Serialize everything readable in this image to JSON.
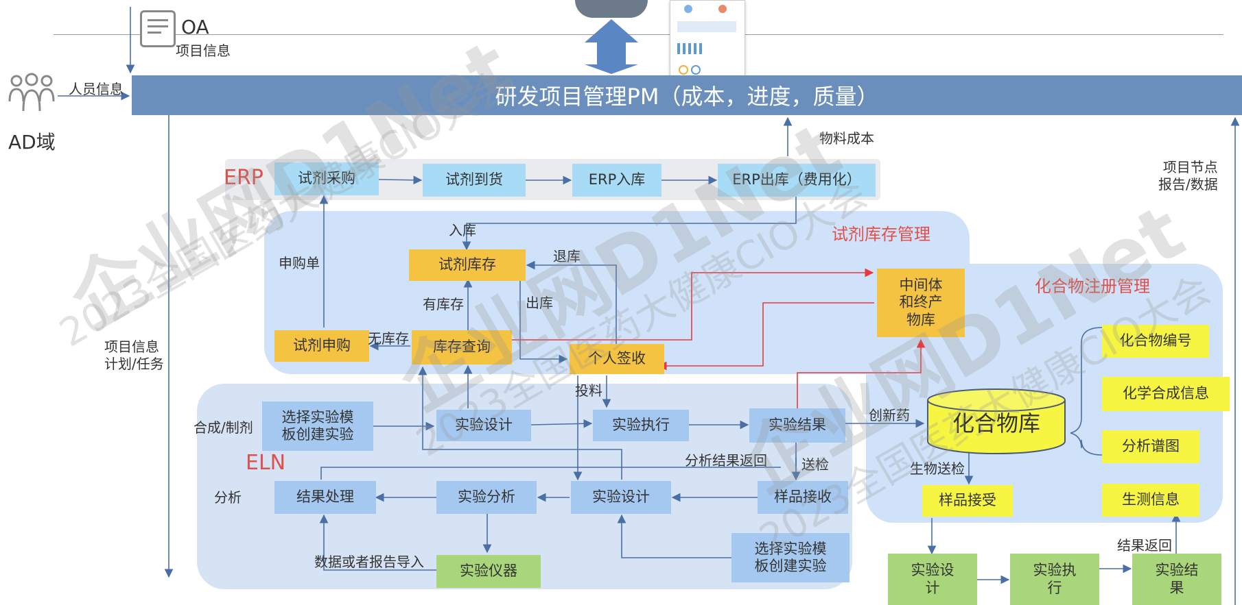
{
  "header": {
    "oa_label": "OA",
    "oa_sub": "项目信息",
    "ad_label": "AD域",
    "person_info": "人员信息",
    "pm_title": "研发项目管理PM（成本，进度，质量）"
  },
  "side_labels": {
    "material_cost": "物料成本",
    "milestone": "项目节点\n报告/数据",
    "project_plan": "项目信息\n计划/任务"
  },
  "erp": {
    "title": "ERP",
    "steps": [
      "试剂采购",
      "试剂到货",
      "ERP入库",
      "ERP出库（费用化）"
    ]
  },
  "inventory": {
    "title": "试剂库存管理",
    "stock": "试剂库存",
    "request": "试剂申购",
    "query": "库存查询",
    "sign": "个人签收",
    "store": "中间体\n和终产\n物库",
    "labels": {
      "in": "入库",
      "purchase_order": "申购单",
      "return": "退库",
      "has_stock": "有库存",
      "out": "出库",
      "no_stock": "无库存"
    }
  },
  "compound": {
    "title": "化合物注册管理",
    "db": "化合物库",
    "attrs": [
      "化合物编号",
      "化学合成信息",
      "分析谱图"
    ],
    "sample_accept": "样品接受",
    "bio_test": "生测信息",
    "labels": {
      "innovative": "创新药",
      "bio_send": "生物送检",
      "result_return": "结果返回"
    },
    "bio_flow": [
      "实验设\n计",
      "实验执\n行",
      "实验结\n果"
    ]
  },
  "eln": {
    "title": "ELN",
    "synthesis_label": "合成/制剂",
    "analysis_label": "分析",
    "template1": "选择实验模\n板创建实验",
    "design1": "实验设计",
    "execute": "实验执行",
    "result": "实验结果",
    "process": "结果处理",
    "analyze": "实验分析",
    "design2": "实验设计",
    "sample_receive": "样品接收",
    "template2": "选择实验模\n板创建实验",
    "instrument": "实验仪器",
    "labels": {
      "feed": "投料",
      "analysis_return": "分析结果返回",
      "send_test": "送检",
      "data_import": "数据或者报告导入"
    }
  },
  "watermarks": {
    "a": "企业网D1Net",
    "b": "2023全国医药大健康CIO大会"
  },
  "colors": {
    "pm_bar": "#6a8fbd",
    "box_blue": "#a5c8f0",
    "box_orange": "#f5c342",
    "box_yellow": "#f5f542",
    "box_green": "#a9d67a",
    "arrow": "#4a6fa5",
    "red_arrow": "#e8383d"
  }
}
